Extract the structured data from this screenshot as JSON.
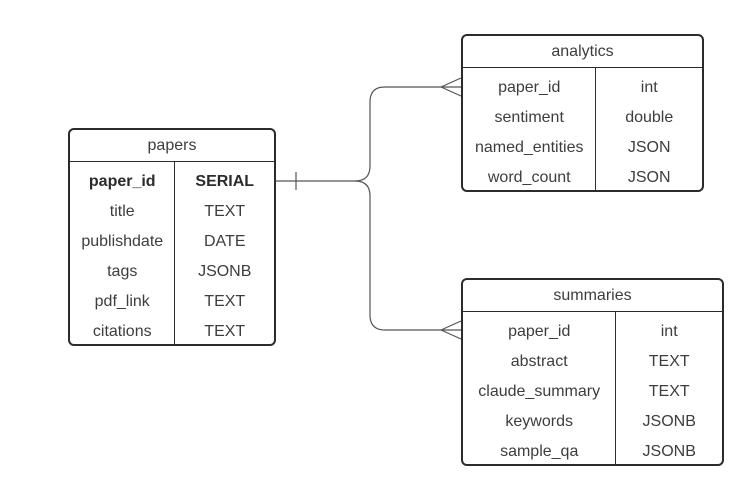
{
  "entities": {
    "papers": {
      "title": "papers",
      "fields": [
        {
          "name": "paper_id",
          "type": "SERIAL"
        },
        {
          "name": "title",
          "type": "TEXT"
        },
        {
          "name": "publishdate",
          "type": "DATE"
        },
        {
          "name": "tags",
          "type": "JSONB"
        },
        {
          "name": "pdf_link",
          "type": "TEXT"
        },
        {
          "name": "citations",
          "type": "TEXT"
        }
      ]
    },
    "analytics": {
      "title": "analytics",
      "fields": [
        {
          "name": "paper_id",
          "type": "int"
        },
        {
          "name": "sentiment",
          "type": "double"
        },
        {
          "name": "named_entities",
          "type": "JSON"
        },
        {
          "name": "word_count",
          "type": "JSON"
        }
      ]
    },
    "summaries": {
      "title": "summaries",
      "fields": [
        {
          "name": "paper_id",
          "type": "int"
        },
        {
          "name": "abstract",
          "type": "TEXT"
        },
        {
          "name": "claude_summary",
          "type": "TEXT"
        },
        {
          "name": "keywords",
          "type": "JSONB"
        },
        {
          "name": "sample_qa",
          "type": "JSONB"
        }
      ]
    }
  },
  "relationships": [
    {
      "from": "papers.paper_id",
      "from_cardinality": "one",
      "to": "analytics.paper_id",
      "to_cardinality": "many"
    },
    {
      "from": "papers.paper_id",
      "from_cardinality": "one",
      "to": "summaries.paper_id",
      "to_cardinality": "many"
    }
  ],
  "colors": {
    "border": "#2b2b2b",
    "text": "#3d3d3d",
    "connector": "#555555",
    "background": "#ffffff"
  }
}
